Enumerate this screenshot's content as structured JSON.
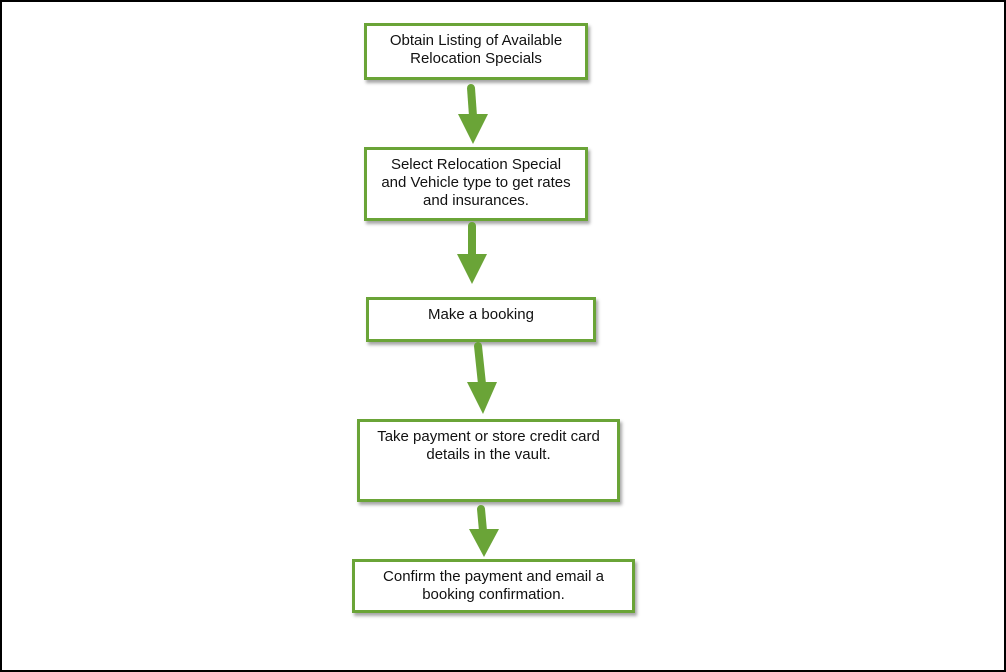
{
  "flowchart": {
    "steps": [
      {
        "text": "Obtain Listing of Available\nRelocation Specials"
      },
      {
        "text": "Select Relocation Special\nand Vehicle type to get rates\nand insurances."
      },
      {
        "text": "Make a booking"
      },
      {
        "text": "Take payment or store credit card\ndetails in the vault."
      },
      {
        "text": "Confirm the payment and email a\nbooking confirmation."
      }
    ],
    "colors": {
      "accent": "#6aa437",
      "border": "#000000"
    }
  }
}
